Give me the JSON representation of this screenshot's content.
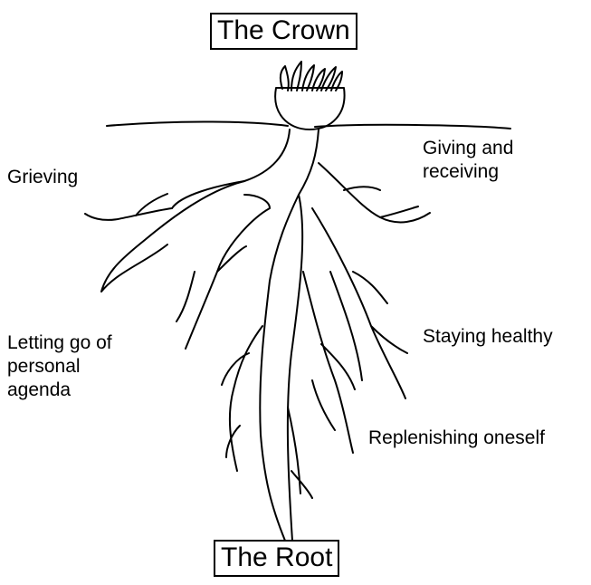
{
  "diagram": {
    "crown_title": "The Crown",
    "root_title": "The Root",
    "labels": {
      "grieving": "Grieving",
      "giving_line1": "Giving and",
      "giving_line2": "receiving",
      "letting_line1": "Letting go of",
      "letting_line2": "personal",
      "letting_line3": "agenda",
      "healthy": "Staying healthy",
      "replenishing": "Replenishing oneself"
    },
    "colors": {
      "stroke": "#000000",
      "background": "#ffffff"
    }
  }
}
